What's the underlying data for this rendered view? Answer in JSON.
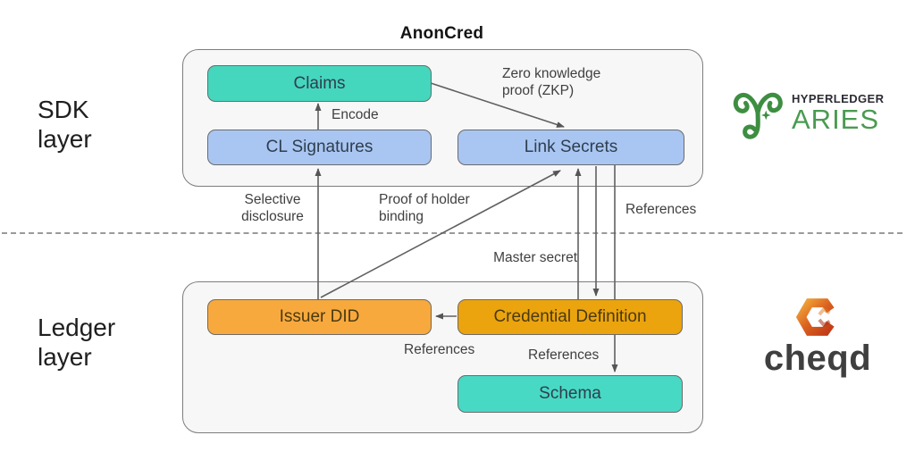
{
  "title": "AnonCred",
  "layers": {
    "sdk": "SDK layer",
    "ledger": "Ledger layer"
  },
  "nodes": [
    {
      "id": "claims",
      "label": "Claims",
      "color": "#45d6be"
    },
    {
      "id": "cl-signatures",
      "label": "CL Signatures",
      "color": "#a9c6f2"
    },
    {
      "id": "link-secrets",
      "label": "Link Secrets",
      "color": "#a9c6f2"
    },
    {
      "id": "issuer-did",
      "label": "Issuer DID",
      "color": "#f8a93d"
    },
    {
      "id": "credential-definition",
      "label": "Credential Definition",
      "color": "#eba40e"
    },
    {
      "id": "schema",
      "label": "Schema",
      "color": "#48d9c5"
    }
  ],
  "edges": [
    {
      "from": "cl-signatures",
      "to": "claims",
      "label": "Encode"
    },
    {
      "from": "claims",
      "to": "link-secrets",
      "label": "Zero knowledge proof (ZKP)"
    },
    {
      "from": "issuer-did",
      "to": "cl-signatures",
      "label": "Selective disclosure"
    },
    {
      "from": "issuer-did",
      "to": "link-secrets",
      "label": "Proof of holder binding"
    },
    {
      "from": "credential-definition",
      "to": "link-secrets",
      "label": "Master secret"
    },
    {
      "from": "link-secrets",
      "to": "credential-definition",
      "label": "References"
    },
    {
      "from": "link-secrets",
      "to": "schema",
      "label": "References"
    },
    {
      "from": "credential-definition",
      "to": "issuer-did",
      "label": "References"
    }
  ],
  "edge_labels": {
    "encode": "Encode",
    "zkp": "Zero knowledge proof (ZKP)",
    "selective_disclosure": "Selective disclosure",
    "proof_of_holder_binding": "Proof of holder binding",
    "references_top": "References",
    "master_secret": "Master secret",
    "references_left": "References",
    "references_middle": "References"
  },
  "logos": {
    "aries": {
      "brand": "HYPERLEDGER",
      "product": "ARIES",
      "green": "#4a9b50"
    },
    "cheqd": {
      "wordmark": "cheqd",
      "orange": "#f2a63a",
      "red": "#c13a17"
    }
  },
  "divider_style": "dashed"
}
